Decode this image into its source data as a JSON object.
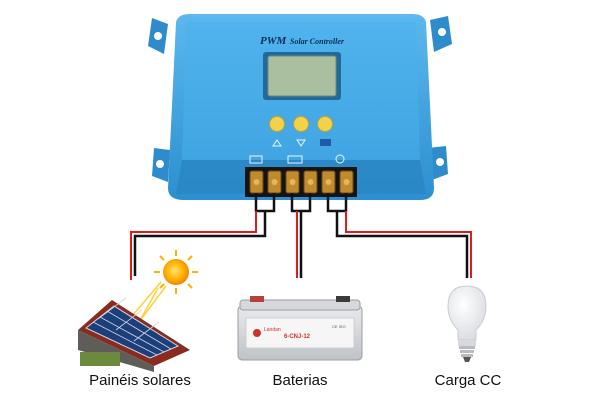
{
  "controller": {
    "brand": "PWM",
    "title_rest": "Solar Controller",
    "body_color": "#3aa3e3",
    "button_color": "#f1d24a",
    "lcd_color": "#a9bfa0"
  },
  "labels": {
    "panels": "Painéis solares",
    "battery": "Baterias",
    "load": "Carga CC"
  },
  "battery": {
    "brand": "Landan",
    "model": "6-CNJ-12",
    "badge": "CE ISO"
  },
  "wire_colors": {
    "positive": "#e01b1b",
    "negative": "#111111"
  }
}
